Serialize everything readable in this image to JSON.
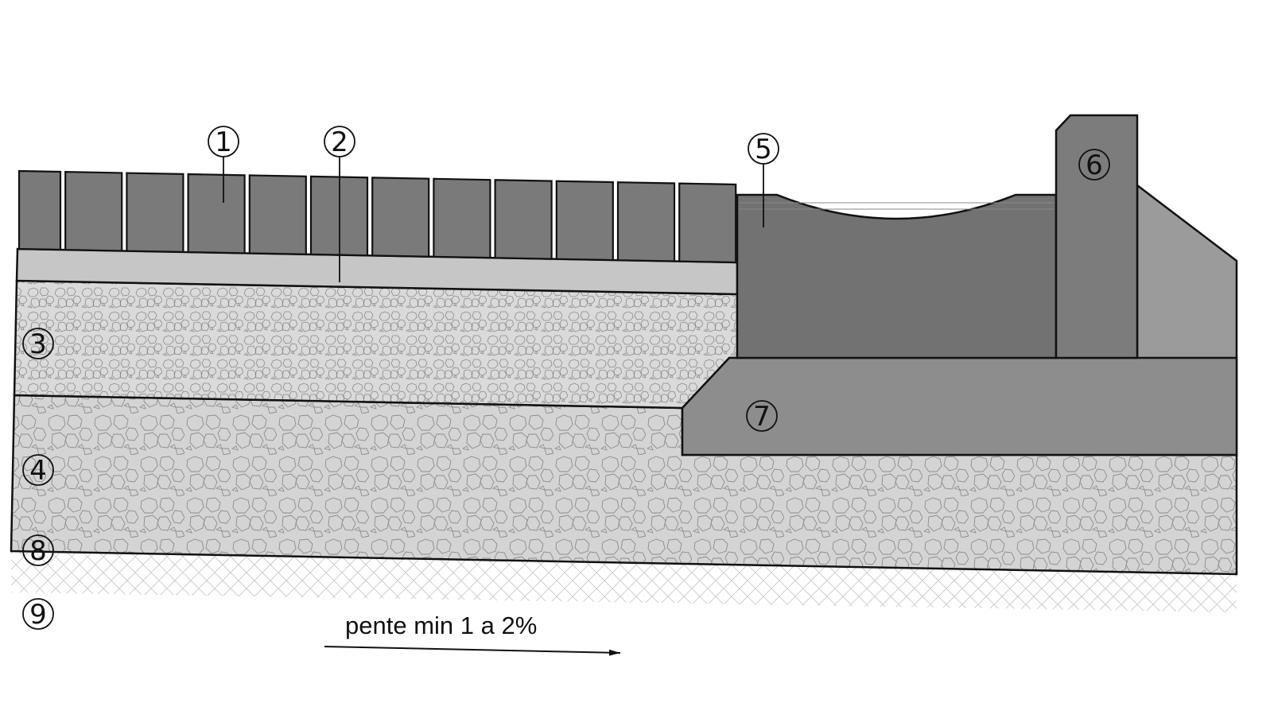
{
  "labels": {
    "l1": "1",
    "l2": "2",
    "l3": "3",
    "l4": "4",
    "l5": "5",
    "l6": "6",
    "l7": "7",
    "l8": "8",
    "l9": "9"
  },
  "slope": {
    "text": "pente min 1 a 2%"
  },
  "colors": {
    "pavers": "#7a7a7a",
    "sand_bed": "#c6c6c6",
    "base_gravel": "#dadada",
    "subbase_gravel": "#d4d4d4",
    "channel": "#727272",
    "curb": "#7c7c7c",
    "foundation": "#8d8d8d",
    "backfill": "#9b9b9b",
    "outline": "#111111"
  }
}
